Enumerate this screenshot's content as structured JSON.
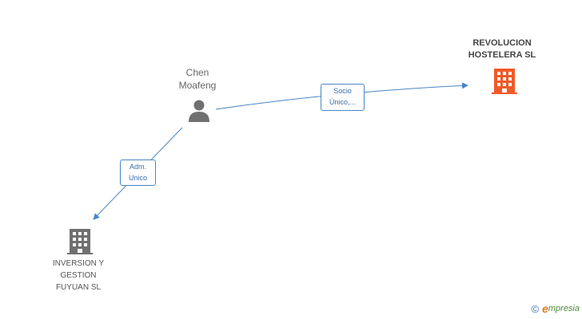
{
  "nodes": {
    "person": {
      "name": "Chen\nMoafeng",
      "icon": "person-icon"
    },
    "company_main": {
      "name": "REVOLUCION\nHOSTELERA SL",
      "icon": "building-icon",
      "color": "#f05a28"
    },
    "company_other": {
      "name": "INVERSION Y\nGESTION\nFUYUAN SL",
      "icon": "building-icon",
      "color": "#707070"
    }
  },
  "edges": {
    "to_main": {
      "label": "Socio\nÚnico,..."
    },
    "to_other": {
      "label": "Adm.\nUnico"
    }
  },
  "colors": {
    "edge": "#4a86c8",
    "person": "#707070"
  },
  "brand": {
    "copyright": "©",
    "initial": "e",
    "name": "mpresia"
  }
}
